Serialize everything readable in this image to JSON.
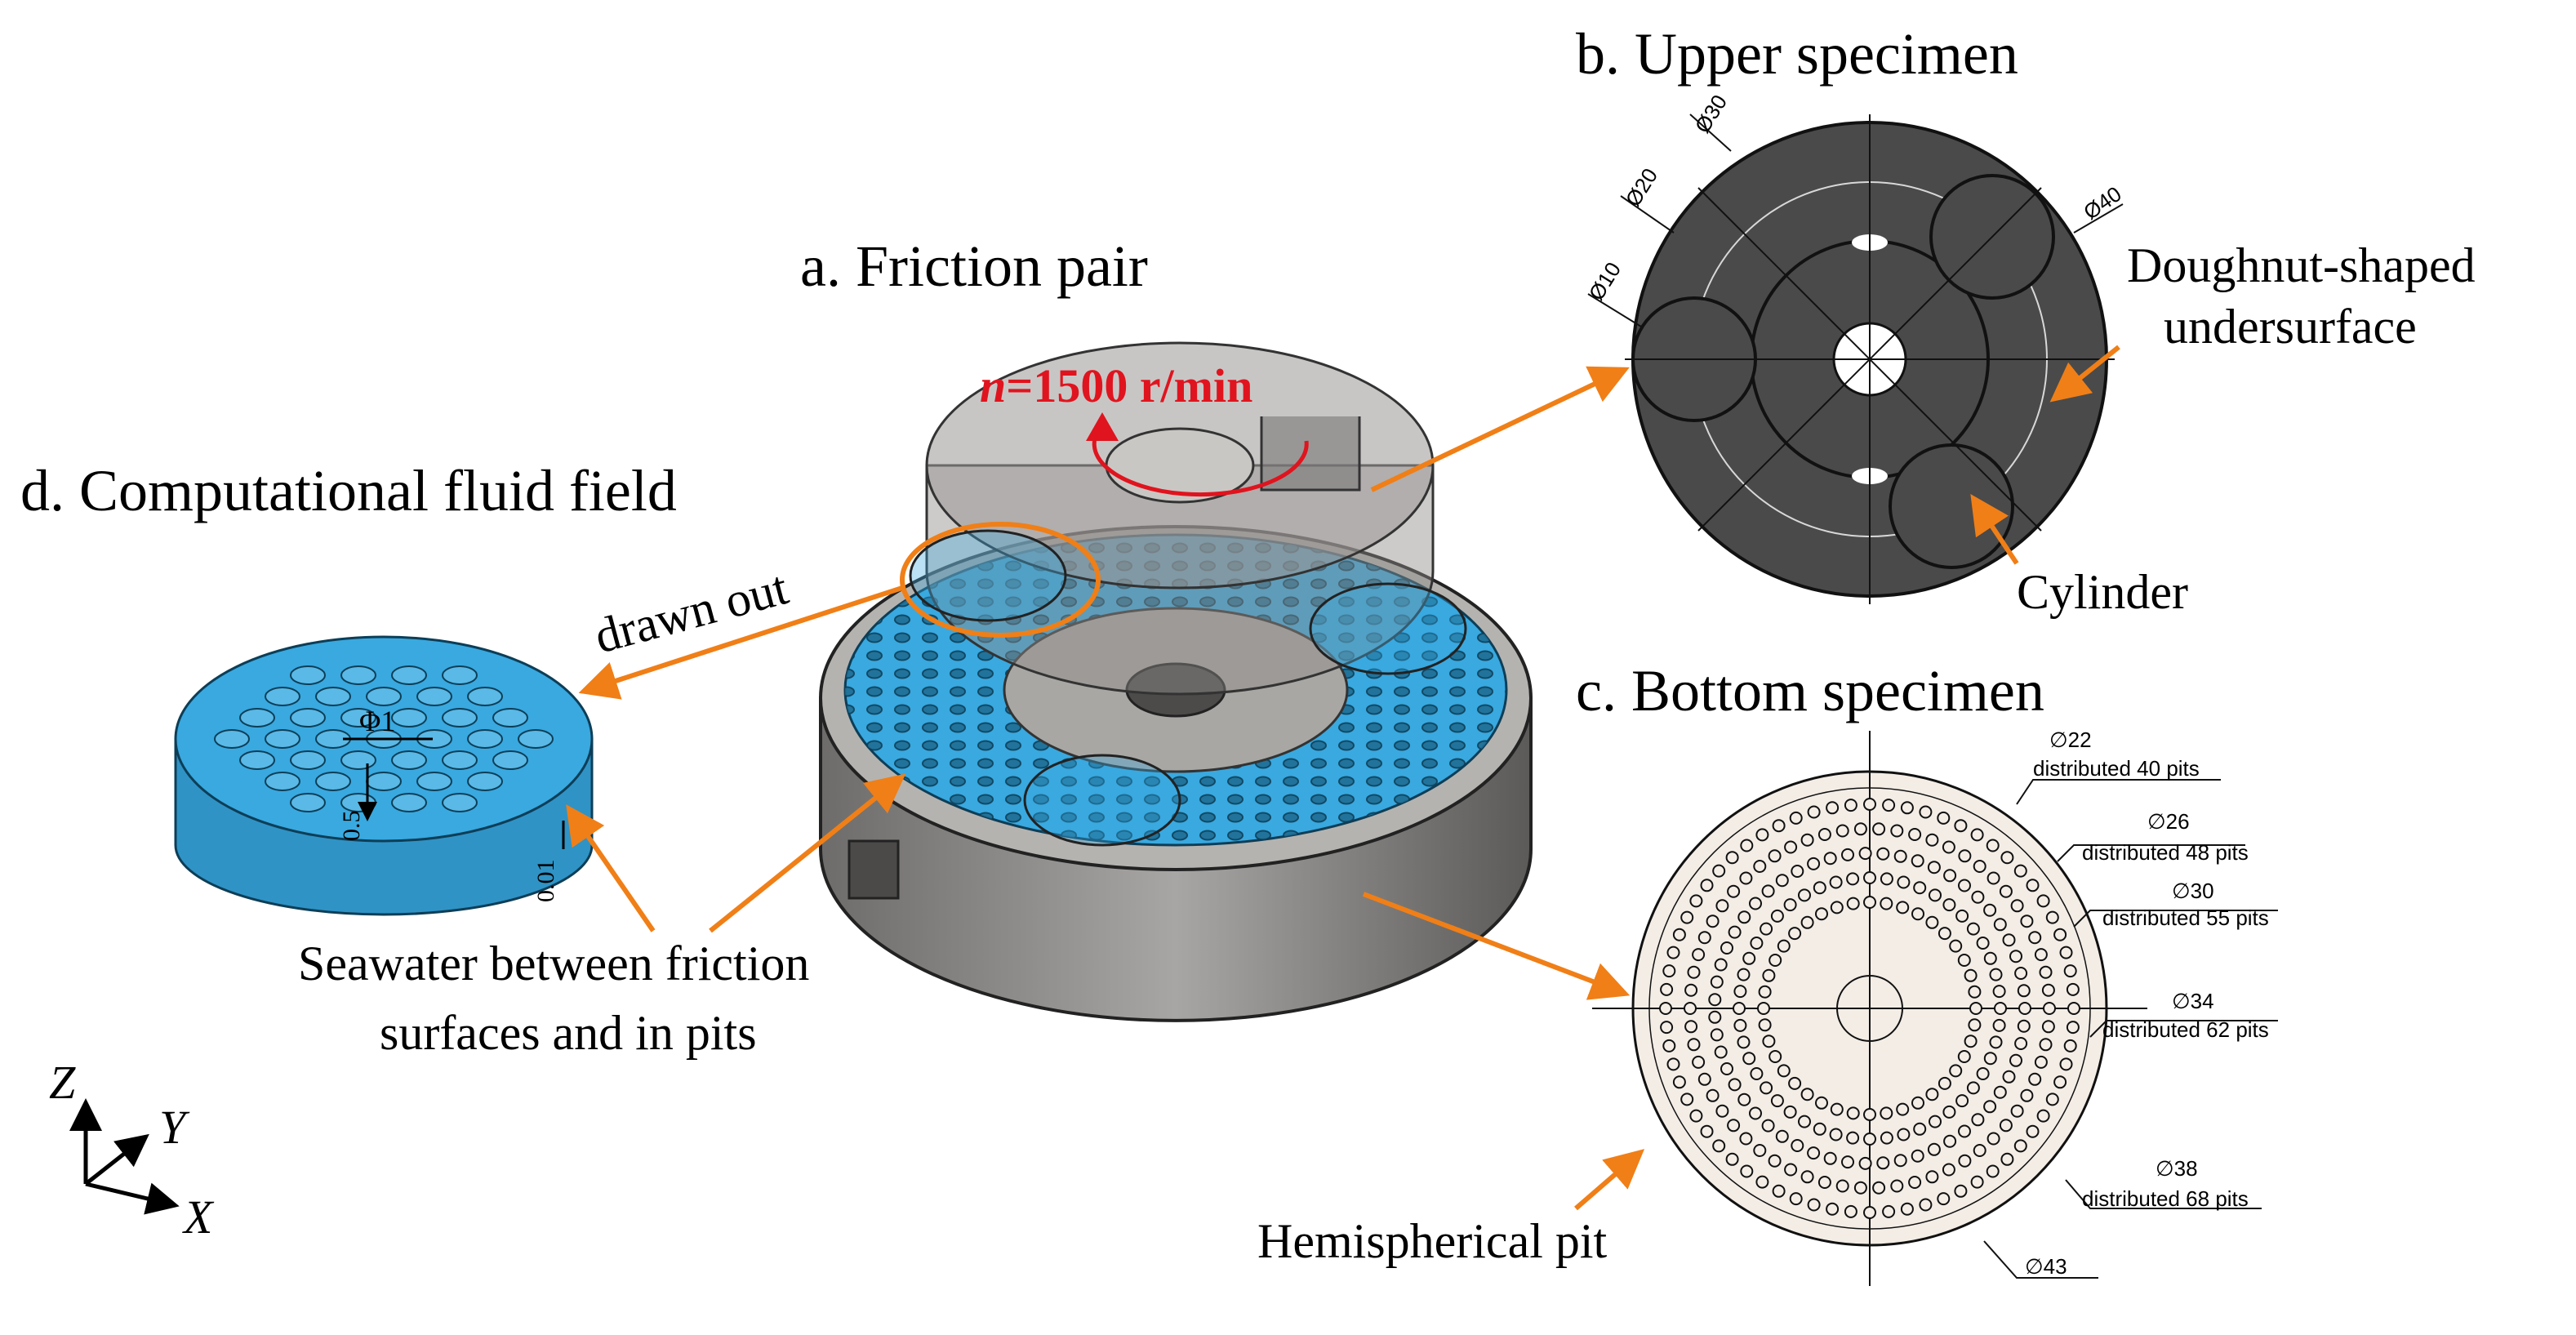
{
  "panels": {
    "a": {
      "title": "a. Friction pair",
      "speed_label": "n=1500 r/min",
      "speed_symbol": "n",
      "speed_value": "=1500 r/min"
    },
    "b": {
      "title": "b. Upper specimen",
      "dims": [
        "Ø10",
        "Ø20",
        "Ø30",
        "Ø40"
      ],
      "labels": {
        "undersurface_line1": "Doughnut-shaped",
        "undersurface_line2": "undersurface",
        "cylinder": "Cylinder"
      }
    },
    "c": {
      "title": "c. Bottom specimen",
      "rings": [
        {
          "dia": "∅22",
          "pits_label": "distributed 40 pits",
          "pits": 40
        },
        {
          "dia": "∅26",
          "pits_label": "distributed 48 pits",
          "pits": 48
        },
        {
          "dia": "∅30",
          "pits_label": "distributed 55 pits",
          "pits": 55
        },
        {
          "dia": "∅34",
          "pits_label": "distributed 62 pits",
          "pits": 62
        },
        {
          "dia": "∅38",
          "pits_label": "distributed 68 pits",
          "pits": 68
        }
      ],
      "outer_dia": "∅43",
      "pit_label": "Hemispherical pit"
    },
    "d": {
      "title": "d. Computational fluid field",
      "dims": {
        "phi": "Φ1",
        "depth": "0.5",
        "gap": "0.01"
      },
      "drawn_out": "drawn out"
    }
  },
  "seawater_label_line1": "Seawater between friction",
  "seawater_label_line2": "surfaces and in pits",
  "axes": {
    "z": "Z",
    "y": "Y",
    "x": "X"
  },
  "colors": {
    "arrow": "#f07f17",
    "rpm": "#e0141e",
    "fluid": "#39a9e0",
    "dark_disk": "#4a4a4a",
    "bottom_disk": "#f3ede6",
    "steel": "#8c8a88"
  }
}
